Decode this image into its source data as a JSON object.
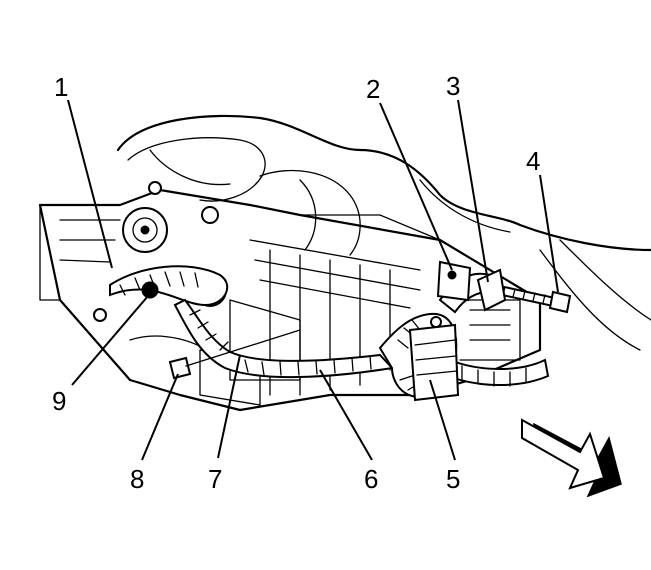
{
  "callouts": [
    {
      "id": "1",
      "label": "1"
    },
    {
      "id": "2",
      "label": "2"
    },
    {
      "id": "3",
      "label": "3"
    },
    {
      "id": "4",
      "label": "4"
    },
    {
      "id": "5",
      "label": "5"
    },
    {
      "id": "6",
      "label": "6"
    },
    {
      "id": "7",
      "label": "7"
    },
    {
      "id": "8",
      "label": "8"
    },
    {
      "id": "9",
      "label": "9"
    }
  ],
  "direction_arrow": {
    "icon": "direction-arrow-icon",
    "points": "lower-right"
  },
  "colors": {
    "line": "#000000",
    "background": "#ffffff"
  }
}
